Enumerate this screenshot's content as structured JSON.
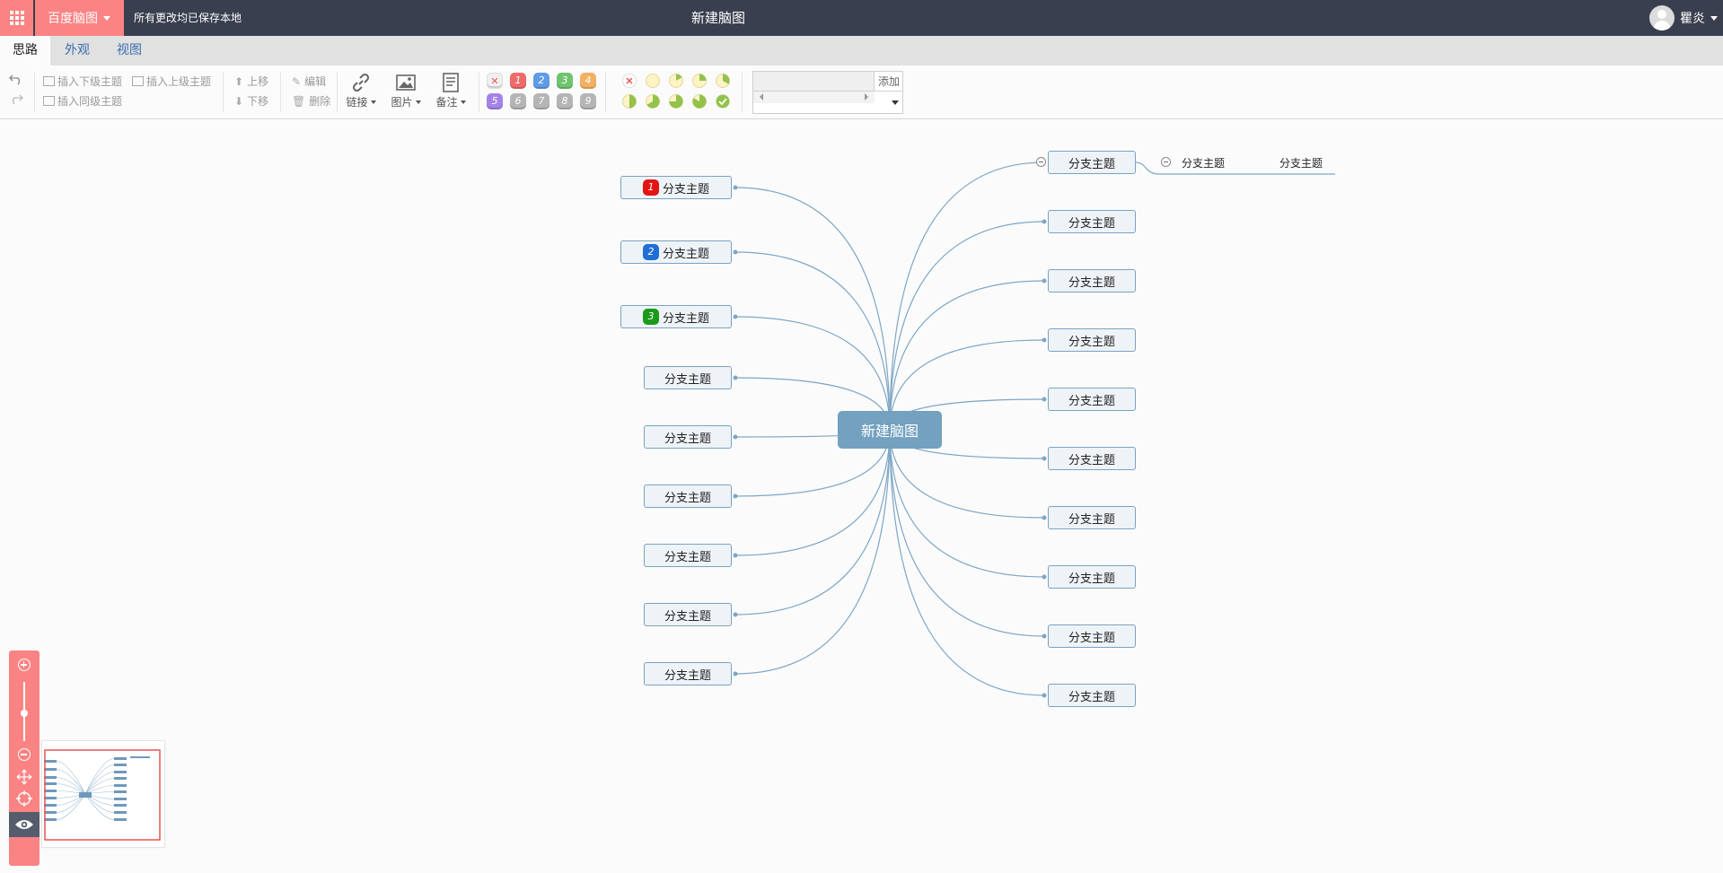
{
  "topbar": {
    "brand": "百度脑图",
    "save_status": "所有更改均已保存本地",
    "doc_title": "新建脑图",
    "user_name": "瞿炎"
  },
  "tabs": [
    "思路",
    "外观",
    "视图"
  ],
  "toolbar": {
    "insert_child": "插入下级主题",
    "insert_parent": "插入上级主题",
    "insert_sibling": "插入同级主题",
    "move_up": "上移",
    "move_down": "下移",
    "edit": "编辑",
    "delete": "删除",
    "link": "链接",
    "image": "图片",
    "note": "备注",
    "priorities_row1": [
      "1",
      "2",
      "3",
      "4"
    ],
    "priorities_row2": [
      "5",
      "6",
      "7",
      "8",
      "9"
    ],
    "tag_add": "添加"
  },
  "colors": {
    "accent": "#fc8383",
    "topbar": "#393f4f",
    "root": "#73a1bf",
    "line": "#7ea6c6"
  },
  "mindmap": {
    "root": "新建脑图",
    "left": [
      {
        "label": "分支主题",
        "priority": "1"
      },
      {
        "label": "分支主题",
        "priority": "2"
      },
      {
        "label": "分支主题",
        "priority": "3"
      },
      {
        "label": "分支主题"
      },
      {
        "label": "分支主题"
      },
      {
        "label": "分支主题"
      },
      {
        "label": "分支主题"
      },
      {
        "label": "分支主题"
      },
      {
        "label": "分支主题"
      }
    ],
    "right": [
      {
        "label": "分支主题",
        "children": [
          "分支主题",
          "分支主题"
        ]
      },
      {
        "label": "分支主题"
      },
      {
        "label": "分支主题"
      },
      {
        "label": "分支主题"
      },
      {
        "label": "分支主题"
      },
      {
        "label": "分支主题"
      },
      {
        "label": "分支主题"
      },
      {
        "label": "分支主题"
      },
      {
        "label": "分支主题"
      },
      {
        "label": "分支主题"
      }
    ]
  }
}
